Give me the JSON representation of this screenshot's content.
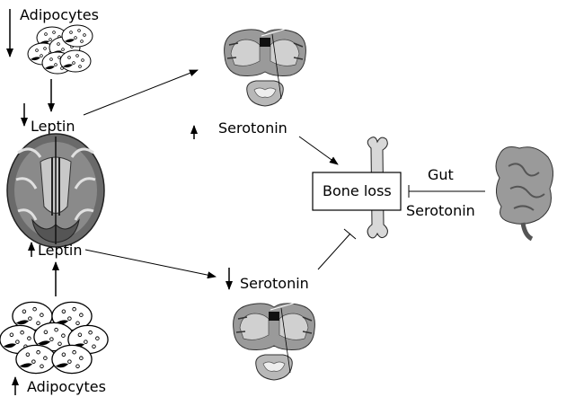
{
  "labels": {
    "adipocytes_top": "Adipocytes",
    "leptin_top": "Leptin",
    "serotonin_top": "Serotonin",
    "bone_loss": "Bone loss",
    "gut": "Gut",
    "gut_serotonin": "Serotonin",
    "leptin_bottom": "Leptin",
    "serotonin_bottom": "Serotonin",
    "adipocytes_bottom": "Adipocytes"
  },
  "colors": {
    "line": "#000000",
    "cell_fill": "#ffffff",
    "brain_dark": "#555555",
    "brain_light": "#b8b8b8",
    "tissue_gray": "#9a9a9a",
    "bone": "#d8d8d8",
    "gut": "#8a8a8a"
  }
}
